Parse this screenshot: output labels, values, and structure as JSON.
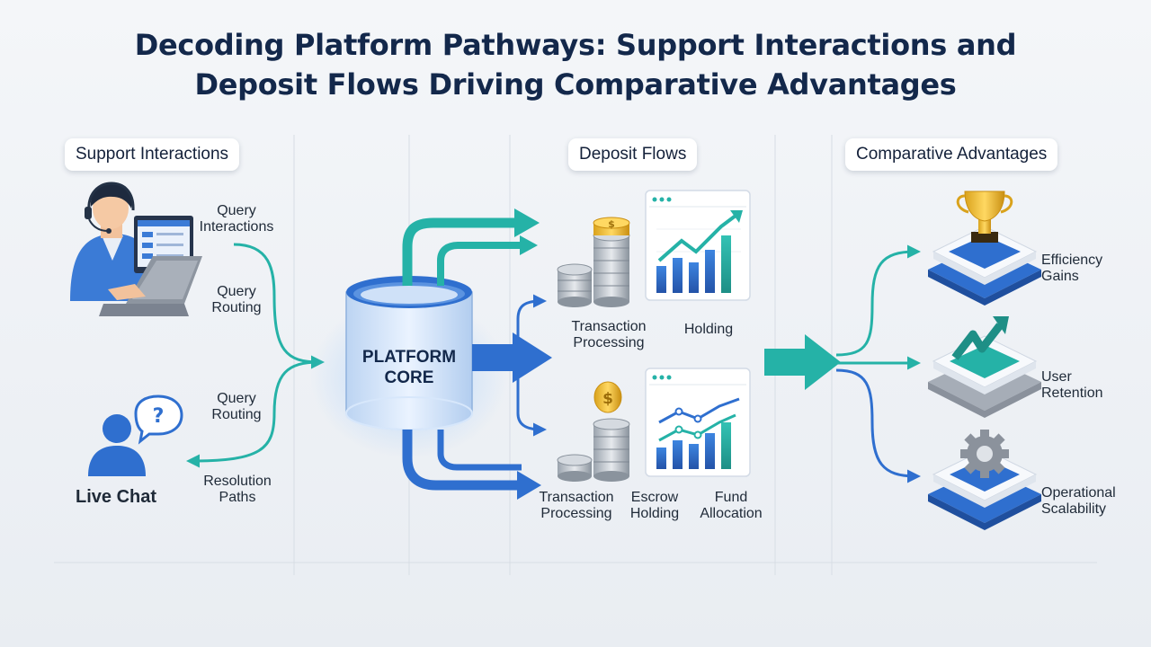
{
  "title": {
    "line1": "Decoding Platform Pathways: Support Interactions and",
    "line2": "Deposit Flows Driving Comparative Advantages"
  },
  "sections": {
    "support": "Support Interactions",
    "deposit": "Deposit Flows",
    "advantages": "Comparative Advantages"
  },
  "support_labels": {
    "query_interactions": "Query\nInteractions",
    "query_routing_top": "Query\nRouting",
    "query_routing_bottom": "Query\nRouting",
    "resolution_paths": "Resolution\nPaths",
    "live_chat": "Live Chat"
  },
  "core_label": "PLATFORM\nCORE",
  "deposit_labels": {
    "transaction_processing_top": "Transaction\nProcessing",
    "holding": "Holding",
    "transaction_processing_bottom": "Transaction\nProcessing",
    "escrow_holding": "Escrow\nHolding",
    "fund_allocation": "Fund\nAllocation"
  },
  "advantage_labels": {
    "efficiency": "Efficiency\nGains",
    "retention": "User\nRetention",
    "scalability": "Operational\nScalability"
  },
  "colors": {
    "teal": "#25b2a7",
    "blue": "#2f6fcf",
    "navy": "#13284b"
  },
  "icons": {
    "agent": "support-agent-icon",
    "chat": "live-chat-icon",
    "coins": "coin-stack-icon",
    "chart": "growth-chart-icon",
    "trophy": "trophy-icon",
    "gear": "gear-icon"
  }
}
